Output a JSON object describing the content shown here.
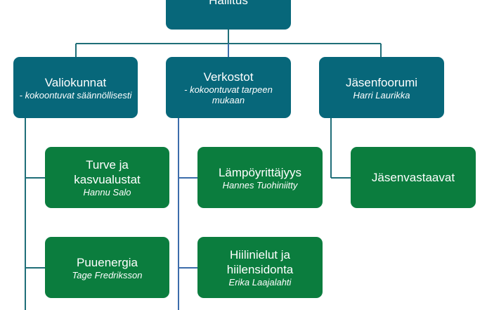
{
  "colors": {
    "teal": "#07677a",
    "green": "#0b7d3e",
    "line": "#1f6e78",
    "line_blue": "#3c6dab"
  },
  "top": {
    "title": "Hallitus"
  },
  "groups": [
    {
      "title": "Valiokunnat",
      "subtitle": "- kokoontuvat säännöllisesti"
    },
    {
      "title": "Verkostot",
      "subtitle": "- kokoontuvat tarpeen mukaan"
    },
    {
      "title": "Jäsenfoorumi",
      "subtitle": "Harri Laurikka"
    }
  ],
  "children": [
    {
      "group": "Valiokunnat",
      "title": "Turve ja kasvualustat",
      "subtitle": "Hannu Salo"
    },
    {
      "group": "Valiokunnat",
      "title": "Puuenergia",
      "subtitle": "Tage Fredriksson"
    },
    {
      "group": "Verkostot",
      "title": "Lämpöyrittäjyys",
      "subtitle": "Hannes Tuohiniitty"
    },
    {
      "group": "Verkostot",
      "title": "Hiilinielut ja hiilensidonta",
      "subtitle": "Erika Laajalahti"
    },
    {
      "group": "Jäsenfoorumi",
      "title": "Jäsenvastaavat",
      "subtitle": ""
    }
  ]
}
